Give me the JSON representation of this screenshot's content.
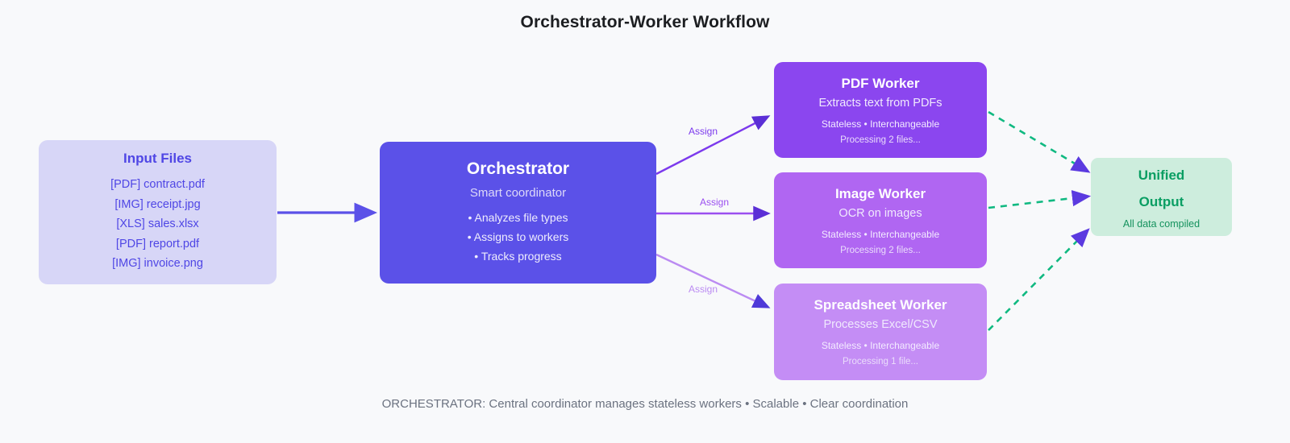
{
  "page": {
    "title": "Orchestrator-Worker Workflow",
    "footer": "ORCHESTRATOR: Central coordinator manages stateless workers • Scalable • Clear coordination",
    "background_color": "#f8f9fb"
  },
  "nodes": {
    "input_files": {
      "title": "Input Files",
      "files": [
        "[PDF] contract.pdf",
        "[IMG] receipt.jpg",
        "[XLS] sales.xlsx",
        "[PDF] report.pdf",
        "[IMG] invoice.png"
      ],
      "fill_color": "#d7d6f7",
      "text_color": "#4f46e5"
    },
    "orchestrator": {
      "title": "Orchestrator",
      "subtitle": "Smart coordinator",
      "bullets": [
        "• Analyzes file types",
        "• Assigns to workers",
        "• Tracks progress"
      ],
      "fill_color": "#5b51e8"
    },
    "workers": [
      {
        "title": "PDF Worker",
        "subtitle": "Extracts text from PDFs",
        "meta": "Stateless • Interchangeable",
        "status": "Processing 2 files...",
        "fill_color": "#8b46ef"
      },
      {
        "title": "Image Worker",
        "subtitle": "OCR on images",
        "meta": "Stateless • Interchangeable",
        "status": "Processing 2 files...",
        "fill_color": "#b066f2"
      },
      {
        "title": "Spreadsheet Worker",
        "subtitle": "Processes Excel/CSV",
        "meta": "Stateless • Interchangeable",
        "status": "Processing 1 file...",
        "fill_color": "#c48df5"
      }
    ],
    "unified_output": {
      "title_line1": "Unified",
      "title_line2": "Output",
      "subtitle": "All data compiled",
      "fill_color": "#cdeddd",
      "text_color": "#0a9e63"
    }
  },
  "edges": {
    "assign_labels": [
      "Assign",
      "Assign",
      "Assign"
    ],
    "assign_colors": [
      "#7c3aed",
      "#9b4ff0",
      "#bb8bf2"
    ],
    "input_to_orchestrator_color": "#5b51e8",
    "worker_to_output_color": "#10b981",
    "worker_to_output_arrow_color": "#4f46e5",
    "worker_to_output_dashed": true
  }
}
